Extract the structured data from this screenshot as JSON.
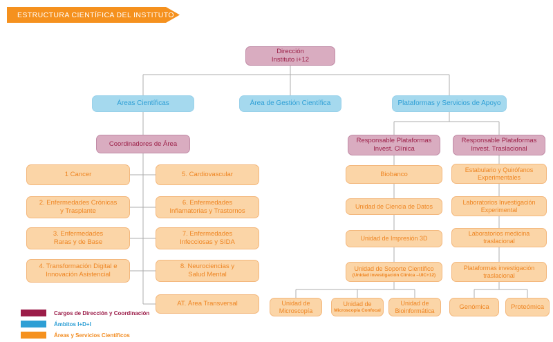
{
  "banner": {
    "title": "ESTRUCTURA CIENTÍFICA DEL INSTITUTO"
  },
  "root": {
    "label": "Dirección\nInstituto i+12"
  },
  "ambitos": {
    "areas_cientificas": "Áreas Científicas",
    "gestion": "Área de Gestión Científica",
    "plataformas": "Plataformas y Servicios de Apoyo"
  },
  "coordinadores": {
    "label": "Coordinadores de Área"
  },
  "areas": {
    "left": [
      "1 Cancer",
      "2. Enfermedades Crónicas\ny Trasplante",
      "3. Enfermedades\nRaras y de Base",
      "4. Transformación Digital e\nInnovación Asistencial"
    ],
    "right": [
      "5. Cardiovascular",
      "6. Enfermedades\nInflamatorias y Trastornos",
      "7. Enfermedades\nInfecciosas y SIDA",
      "8. Neurociencias y\nSalud Mental",
      "AT. Área Transversal"
    ]
  },
  "plataformas": {
    "resp_clinica": "Responsable Plataformas\nInvest. Clínica",
    "resp_traslacional": "Responsable Plataformas\nInvest. Traslacional",
    "clinica_units": [
      "Biobanco",
      "Unidad de Ciencia de Datos",
      "Unidad de Impresión 3D"
    ],
    "soporte": {
      "main": "Unidad de Soporte Científico",
      "sub": "(Unidad  investigación Clínica –UIC+12)"
    },
    "clinica_subunits": {
      "microscopia": "Unidad de\nMicroscopía",
      "confocal_main": "Unidad de",
      "confocal_sub": "Microscopía Confocal",
      "bioinformatica": "Unidad de\nBioinformática"
    },
    "traslacional_units": [
      "Estabulario y Quirófanos\nExperimentales",
      "Laboratorios Investigación\nExperimental",
      "Laboratorios medicina\ntraslacional",
      "Plataformas investigación\ntraslacional"
    ],
    "traslacional_subunits": [
      "Genómica",
      "Proteómica"
    ]
  },
  "legend": {
    "items": [
      {
        "label": "Cargos de Dirección y Coordinación",
        "color": "#9B1C48"
      },
      {
        "label": "Ámbitos I+D+I",
        "color": "#2E9FD5"
      },
      {
        "label": "Áreas y Servicios Científicos",
        "color": "#F5911E"
      }
    ]
  },
  "colors": {
    "banner_orange": "#F5911E",
    "orange_box_bg": "#FBD5A7",
    "orange_box_border": "#F3B77C",
    "orange_text": "#EE8522",
    "pink_box_bg": "#D9ACC0",
    "pink_box_border": "#C08BA6",
    "maroon_text": "#9C2048",
    "blue_box_bg": "#A5D9EE",
    "blue_text": "#2E9FD5",
    "connector_gray": "#ACACAC"
  }
}
